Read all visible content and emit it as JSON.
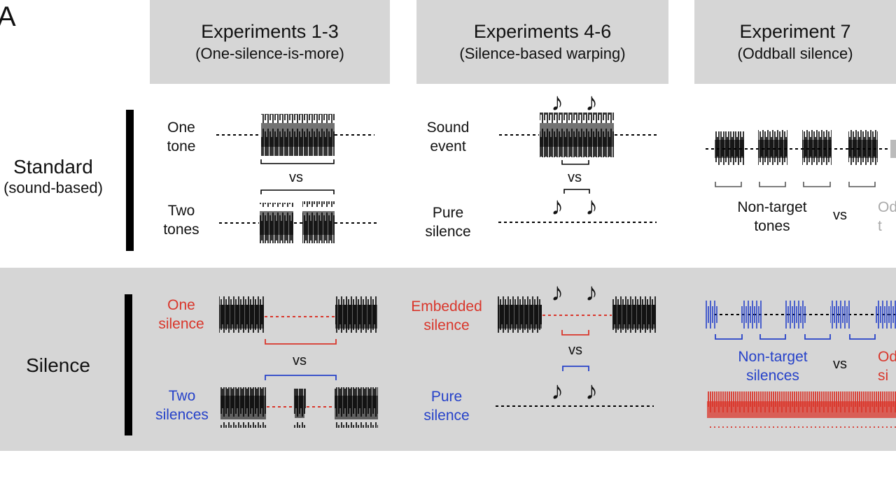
{
  "panel_label": "A",
  "headers": [
    {
      "title": "Experiments 1-3",
      "subtitle": "(One-silence-is-more)"
    },
    {
      "title": "Experiments 4-6",
      "subtitle": "(Silence-based warping)"
    },
    {
      "title": "Experiment 7",
      "subtitle": "(Oddball silence)"
    }
  ],
  "rows": {
    "standard": {
      "label": "Standard",
      "sublabel": "(sound-based)"
    },
    "silence": {
      "label": "Silence"
    }
  },
  "standard": {
    "exp1": {
      "top_label": "One\ntone",
      "bottom_label": "Two\ntones",
      "vs": "vs"
    },
    "exp4": {
      "top_label": "Sound\nevent",
      "bottom_label": "Pure\nsilence",
      "vs": "vs"
    },
    "exp7": {
      "left_label": "Non-target\ntones",
      "vs": "vs",
      "right_label_fragment": "Od\nt"
    }
  },
  "silence": {
    "exp1": {
      "top_label": "One\nsilence",
      "bottom_label": "Two\nsilences",
      "vs": "vs"
    },
    "exp4": {
      "top_label": "Embedded\nsilence",
      "bottom_label": "Pure\nsilence",
      "vs": "vs"
    },
    "exp7": {
      "left_label": "Non-target\nsilences",
      "vs": "vs",
      "right_label_fragment": "Od\nsi"
    }
  },
  "icons": {
    "note": "eighth-note-icon",
    "note_glyph": "♪"
  },
  "colors": {
    "header_bg": "#d6d6d6",
    "band_bg": "#d6d6d6",
    "red": "#d9362b",
    "blue": "#2642c9",
    "black": "#000000",
    "grey_text": "#aaaaaa"
  }
}
